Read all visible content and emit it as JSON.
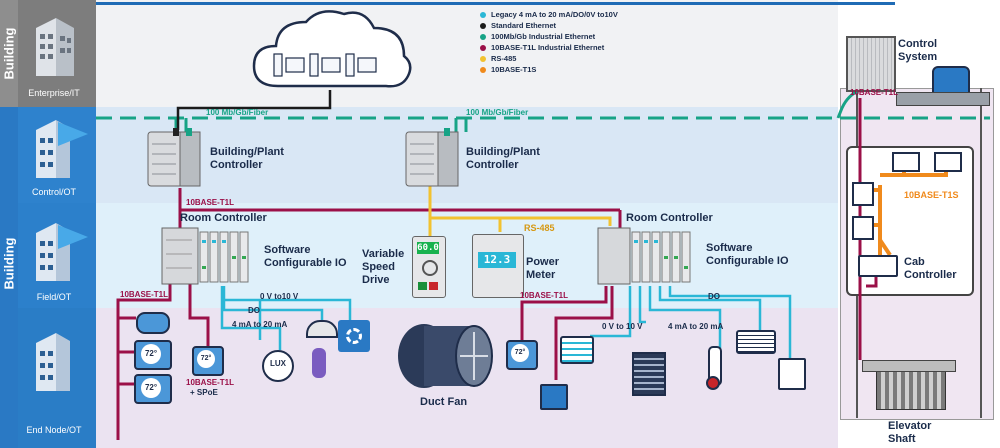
{
  "legend": [
    {
      "label": "Legacy 4 mA to 20 mA/DO/0V to10V",
      "color": "#2ab7d6"
    },
    {
      "label": "Standard Ethernet",
      "color": "#1b1b1b"
    },
    {
      "label": "100Mb/Gb Industrial Ethernet",
      "color": "#17a386"
    },
    {
      "label": "10BASE-T1L Industrial Ethernet",
      "color": "#9b1048"
    },
    {
      "label": "RS-485",
      "color": "#f2c230"
    },
    {
      "label": "10BASE-T1S",
      "color": "#f08a1c"
    }
  ],
  "colors": {
    "legacy": "#2ab7d6",
    "ethernet": "#1b1b1b",
    "industrial": "#17a386",
    "t1l": "#9b1048",
    "rs485": "#f2c230",
    "t1s": "#f08a1c"
  },
  "side": {
    "building_top": "Building",
    "building_bottom": "Building"
  },
  "tiers": [
    {
      "label": "Enterprise/IT",
      "icon": "building-icon"
    },
    {
      "label": "Control/OT",
      "icon": "building-icon"
    },
    {
      "label": "Field/OT",
      "icon": "building-icon"
    },
    {
      "label": "End Node/OT",
      "icon": "building-icon"
    }
  ],
  "network_labels": {
    "fiber_left": "100 Mb/Gb/Fiber",
    "fiber_right": "100 Mb/Gb/Fiber",
    "t1l_plant": "10BASE-T1L",
    "t1l_room_left": "10BASE-T1L",
    "t1l_room_right": "10BASE-T1L",
    "t1l_elevator": "10BASE-T1L",
    "t1l_spoe": "10BASE-T1L",
    "spoe": "+ SPoE",
    "rs485": "RS-485",
    "t1s": "10BASE-T1S",
    "v010_left": "0 V to10 V",
    "do_left": "DO",
    "ma_left": "4 mA to 20 mA",
    "v010_right": "0 V to 10 V",
    "ma_right": "4 mA to 20 mA",
    "do_right": "DO"
  },
  "devices": {
    "plant_controller_left": "Building/Plant Controller",
    "plant_controller_right": "Building/Plant Controller",
    "room_controller_left": "Room Controller",
    "room_controller_right": "Room Controller",
    "sw_io_left": "Software Configurable IO",
    "sw_io_right": "Software Configurable IO",
    "vsd": "Variable Speed Drive",
    "vsd_display": "60.0",
    "power_meter": "Power Meter",
    "power_meter_display": "12.3",
    "duct_fan": "Duct Fan",
    "control_system": "Control System",
    "cab_controller": "Cab Controller",
    "elevator_shaft": "Elevator Shaft",
    "thermostat": "72°",
    "lux": "LUX"
  }
}
